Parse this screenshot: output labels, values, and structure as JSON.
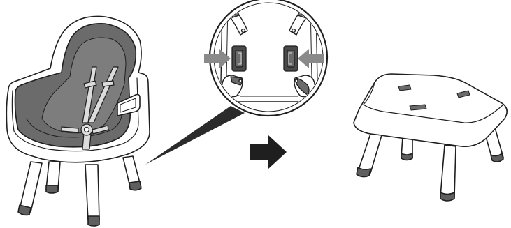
{
  "figure": {
    "panels": [
      {
        "id": "high-chair-with-padded-seat-and-harness"
      },
      {
        "id": "magnified-view-of-seat-underside-with-two-release-latches"
      },
      {
        "id": "step-arrow"
      },
      {
        "id": "low-stool-with-legs"
      }
    ],
    "icons": [
      "high-chair",
      "magnifier-circle",
      "release-latch",
      "press-arrow",
      "next-step-arrow",
      "stool"
    ],
    "colors": {
      "background": "#ffffff",
      "outline": "#1f1f1f",
      "seat_pad": "#6b6b6b",
      "seat_pad_light": "#7d7d7d",
      "harness": "#dcdcdc",
      "leg_tip": "#5f5f5f",
      "latch": "#4a4a4a",
      "press_arrow": "#8a8a8a",
      "step_arrow": "#1f1f1f"
    }
  }
}
